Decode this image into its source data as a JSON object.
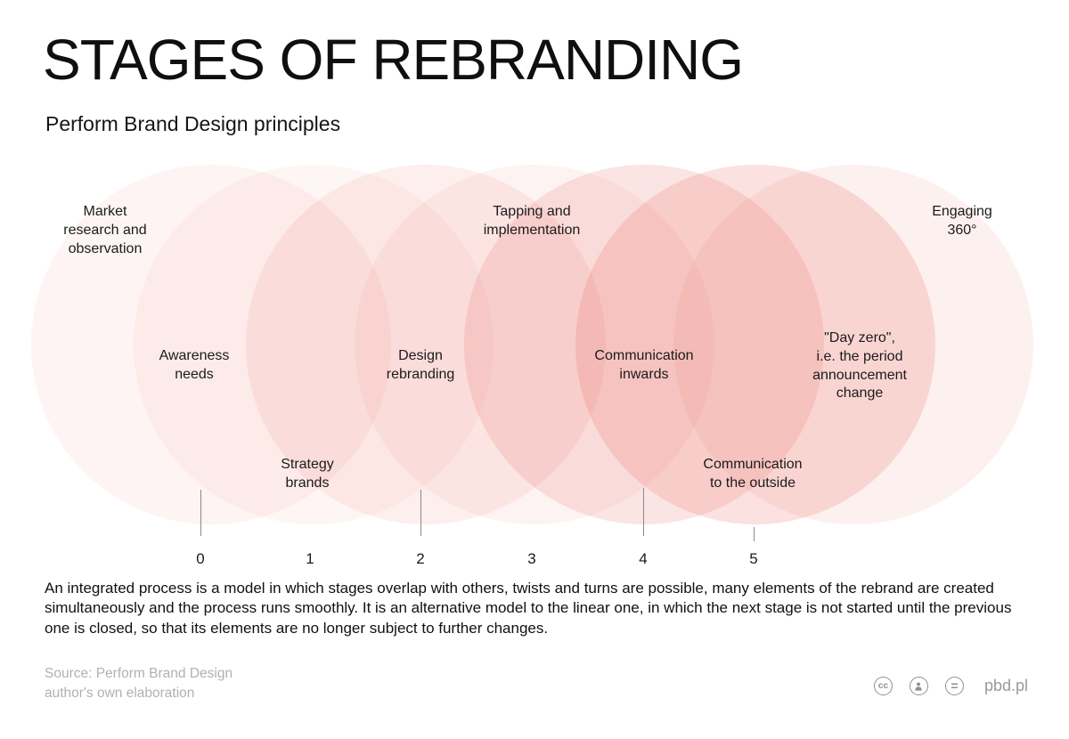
{
  "header": {
    "title": "STAGES OF REBRANDING",
    "subtitle": "Perform Brand Design principles"
  },
  "diagram": {
    "stage_labels": [
      {
        "name": "market-research",
        "text": "Market\nresearch and\nobservation"
      },
      {
        "name": "awareness-needs",
        "text": "Awareness\nneeds"
      },
      {
        "name": "strategy-brands",
        "text": "Strategy\nbrands"
      },
      {
        "name": "design-rebranding",
        "text": "Design\nrebranding"
      },
      {
        "name": "tapping-implementation",
        "text": "Tapping and\nimplementation"
      },
      {
        "name": "communication-inwards",
        "text": "Communication\ninwards"
      },
      {
        "name": "communication-outside",
        "text": "Communication\nto the outside"
      },
      {
        "name": "day-zero",
        "text": "\"Day zero\",\ni.e. the period\nannouncement\nchange"
      },
      {
        "name": "engaging-360",
        "text": "Engaging\n360°"
      }
    ],
    "axis": [
      "0",
      "1",
      "2",
      "3",
      "4",
      "5"
    ],
    "colors": {
      "circle_base": "#e96057",
      "background": "#ffffff"
    }
  },
  "description": "An integrated process is a model in which stages overlap with others, twists and turns are possible, many elements of the rebrand are created simultaneously and the process runs smoothly. It is an alternative model to the linear one, in which the next stage is not started until the previous one is closed, so that its elements are no longer subject to further changes.",
  "footer": {
    "source_line_1": "Source: Perform Brand Design",
    "source_line_2": "author's own elaboration",
    "license_icons": [
      {
        "name": "creative-commons",
        "glyph": "cc"
      },
      {
        "name": "attribution-person",
        "glyph": "person"
      },
      {
        "name": "no-derivatives",
        "glyph": "="
      }
    ],
    "website": "pbd.pl"
  }
}
